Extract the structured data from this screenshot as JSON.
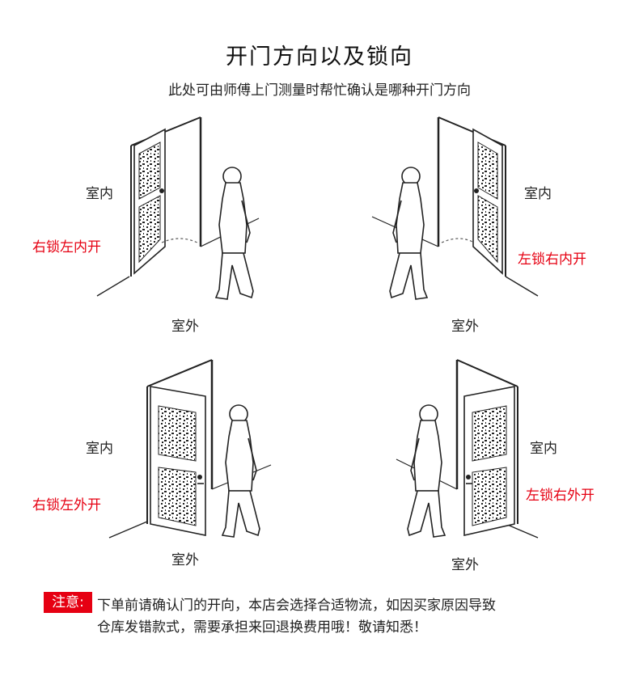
{
  "title": "开门方向以及锁向",
  "subtitle": "此处可由师傅上门测量时帮忙确认是哪种开门方向",
  "panels": [
    {
      "indoor": "室内",
      "outdoor": "室外",
      "type": "右锁左内开"
    },
    {
      "indoor": "室内",
      "outdoor": "室外",
      "type": "左锁右内开"
    },
    {
      "indoor": "室内",
      "outdoor": "室外",
      "type": "右锁左外开"
    },
    {
      "indoor": "室内",
      "outdoor": "室外",
      "type": "左锁右外开"
    }
  ],
  "note": {
    "badge": "注意:",
    "line1": "下单前请确认门的开向，本店会选择合适物流，如因买家原因导致",
    "line2": "仓库发错款式，需要承担来回退换费用哦！敬请知悉！"
  },
  "colors": {
    "accent": "#e60012",
    "line": "#222222"
  }
}
